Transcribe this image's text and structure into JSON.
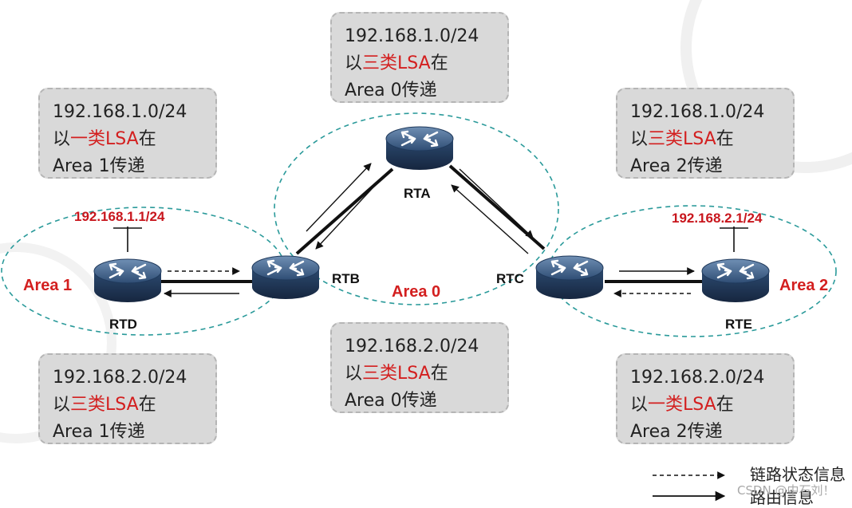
{
  "boxes": [
    {
      "id": "b1",
      "ip": "192.168.1.0/24",
      "prefix": "以",
      "lsa": "三类LSA",
      "suffix": "在",
      "area": "Area 0传递"
    },
    {
      "id": "b2",
      "ip": "192.168.1.0/24",
      "prefix": "以",
      "lsa": "一类LSA",
      "suffix": "在",
      "area": "Area 1传递"
    },
    {
      "id": "b3",
      "ip": "192.168.1.0/24",
      "prefix": "以",
      "lsa": "三类LSA",
      "suffix": "在",
      "area": "Area 2传递"
    },
    {
      "id": "b4",
      "ip": "192.168.2.0/24",
      "prefix": "以",
      "lsa": "三类LSA",
      "suffix": "在",
      "area": "Area 0传递"
    },
    {
      "id": "b5",
      "ip": "192.168.2.0/24",
      "prefix": "以",
      "lsa": "三类LSA",
      "suffix": "在",
      "area": "Area 1传递"
    },
    {
      "id": "b6",
      "ip": "192.168.2.0/24",
      "prefix": "以",
      "lsa": "一类LSA",
      "suffix": "在",
      "area": "Area 2传递"
    }
  ],
  "routers": {
    "rta": "RTA",
    "rtb": "RTB",
    "rtc": "RTC",
    "rtd": "RTD",
    "rte": "RTE"
  },
  "areas": {
    "area0": "Area 0",
    "area1": "Area 1",
    "area2": "Area 2"
  },
  "addresses": {
    "rtd": "192.168.1.1/24",
    "rte": "192.168.2.1/24"
  },
  "legend": {
    "dashed": "链路状态信息",
    "solid": "路由信息"
  },
  "watermark": "CSDN @中石刘！",
  "colors": {
    "area_ring": "#2a9a9a",
    "accent_red": "#d31f1f",
    "router": "#3a5a80"
  }
}
